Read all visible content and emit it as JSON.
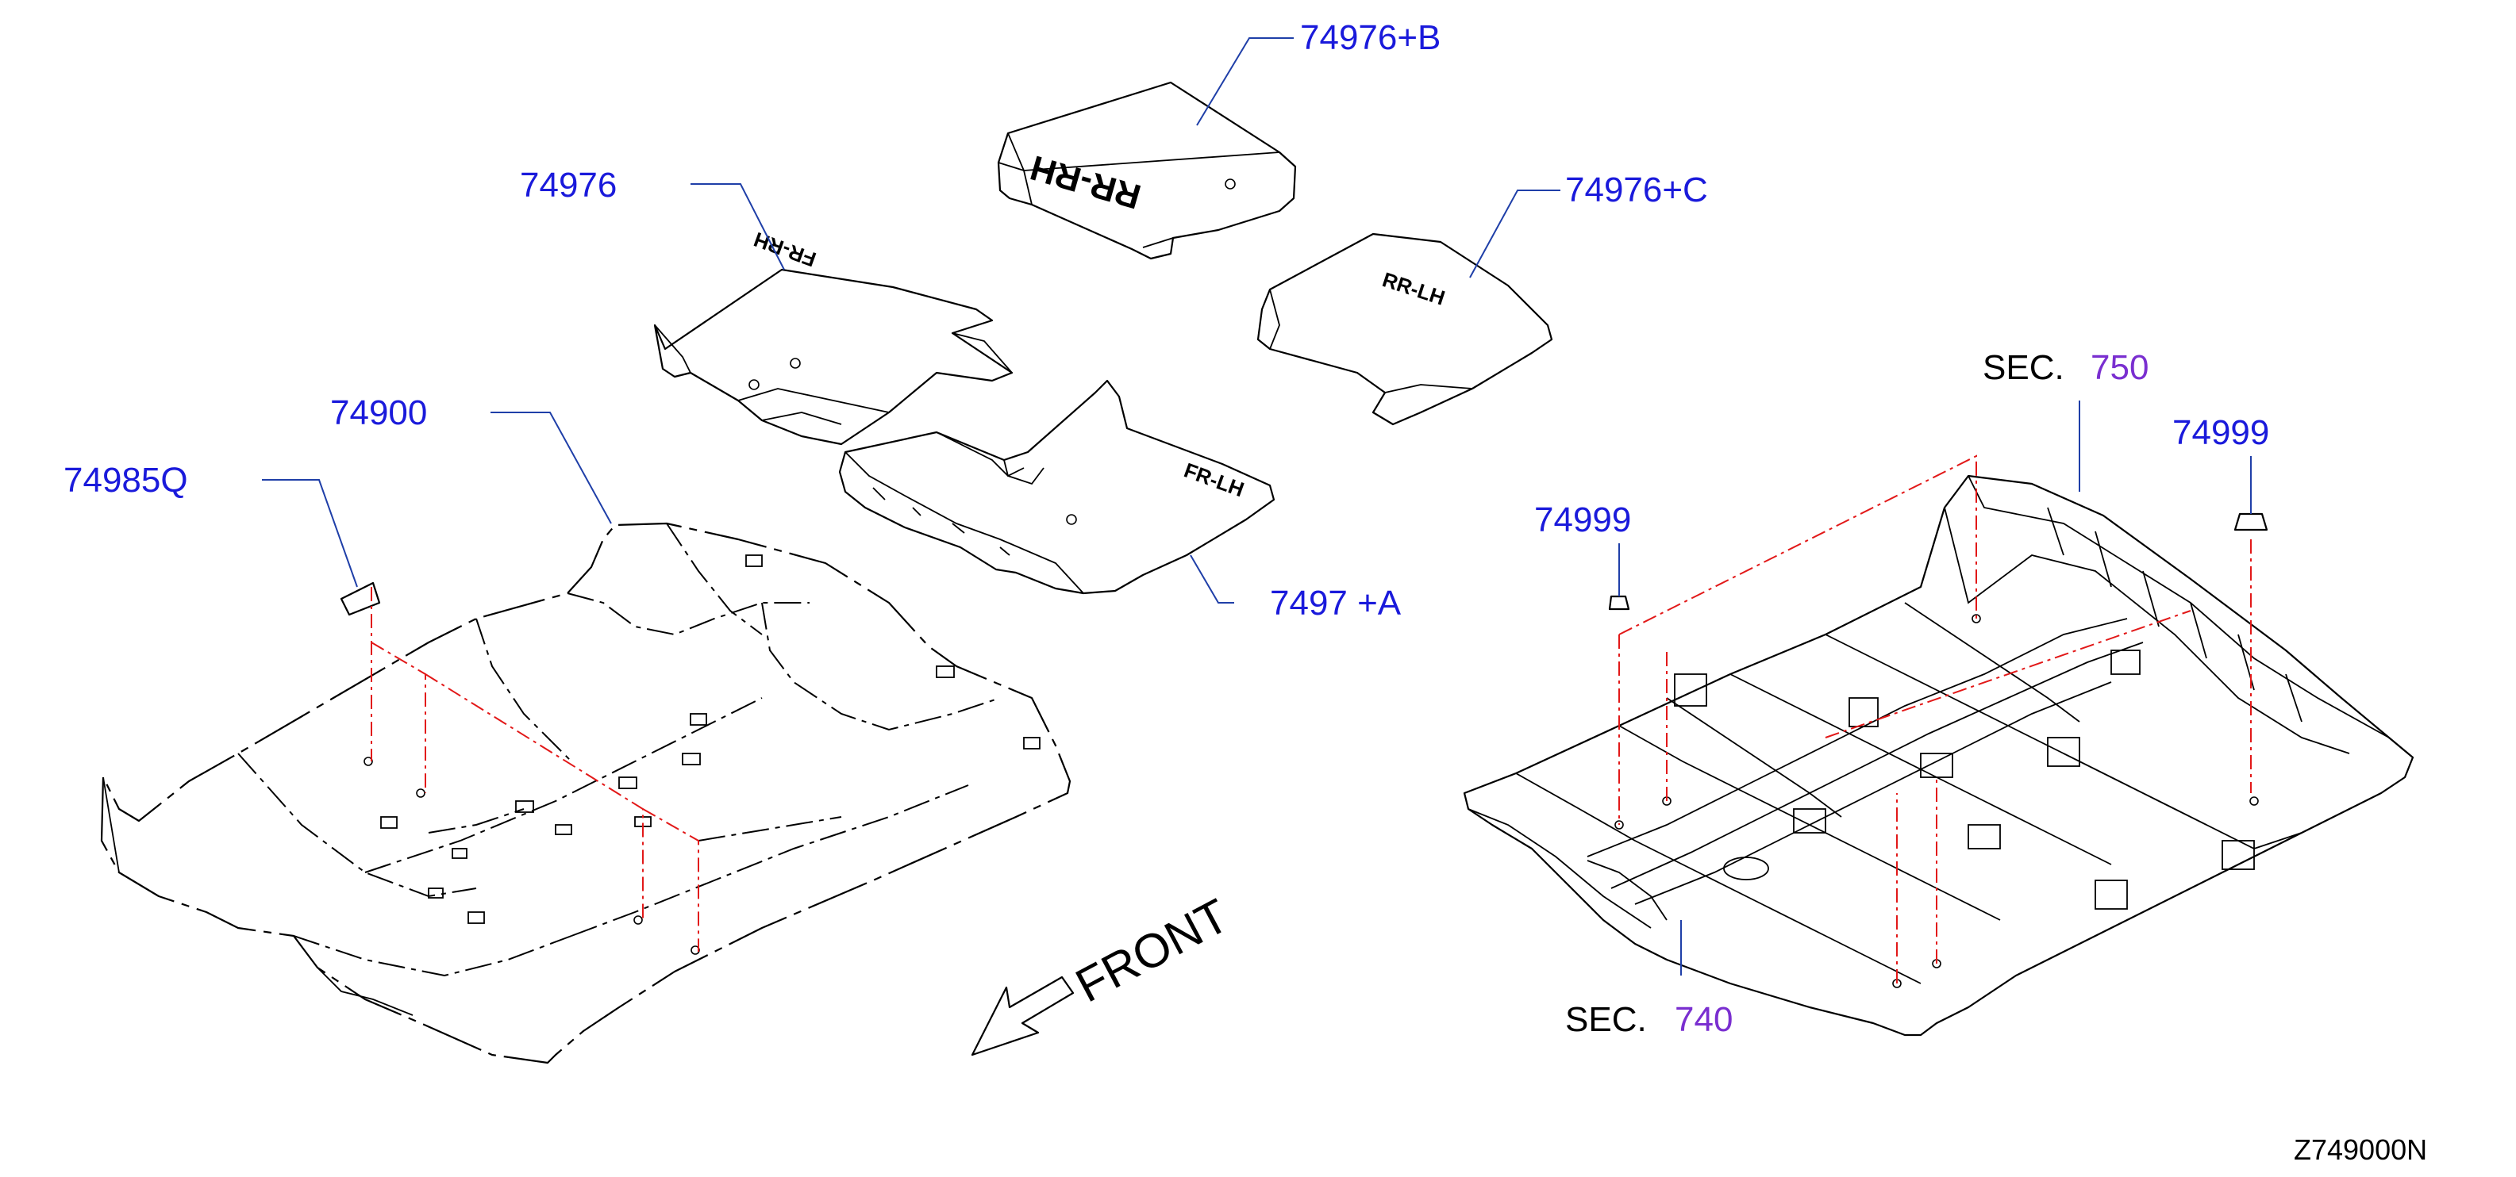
{
  "colors": {
    "part_number": "#1a1adb",
    "section_number": "#7a2fd0",
    "text": "#000000",
    "leader": "#1f3fa8",
    "centerline": "#e21818"
  },
  "callouts": {
    "p74976b": "74976+B",
    "p74976": "74976",
    "p74976c": "74976+C",
    "p74900": "74900",
    "p74985q": "74985Q",
    "p74976a": "7497 +A",
    "p74999_left": "74999",
    "p74999_right": "74999"
  },
  "sections": {
    "sec750": {
      "prefix": "SEC.",
      "number": "750"
    },
    "sec740": {
      "prefix": "SEC.",
      "number": "740"
    }
  },
  "front_label": "FRONT",
  "mat_markings": {
    "fr_rh": "FR-RH",
    "rr_rh": "RR-RH",
    "rr_lh": "RR-LH",
    "fr_lh": "FR-LH"
  },
  "diagram_id": "Z749000N"
}
